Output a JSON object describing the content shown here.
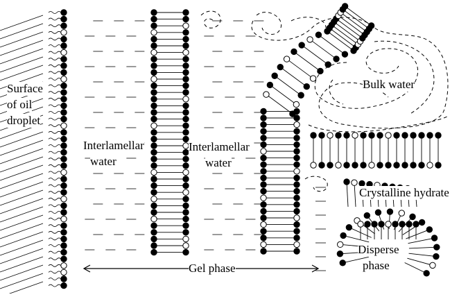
{
  "labels": {
    "surface": [
      "Surface",
      "of oil",
      "droplet"
    ],
    "interlamellar_1": [
      "Interlamellar",
      "water"
    ],
    "interlamellar_2": [
      "Interlamellar",
      "water"
    ],
    "bulk_water": "Bulk water",
    "crystalline_hydrate": "Crystalline hydrate",
    "disperse_phase": [
      "Disperse",
      "phase"
    ],
    "gel_phase": "Gel phase"
  },
  "legend_colors": {
    "head_filled": "#000000",
    "head_open": "#ffffff",
    "stroke": "#000000"
  }
}
